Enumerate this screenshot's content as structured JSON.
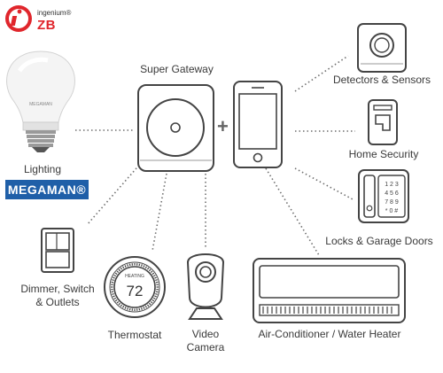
{
  "brand": {
    "ingenium_label": "ingenium®",
    "zb_label": "ZB",
    "megaman_label": "MEGAMAN®",
    "bulb_marking": "MEGAMAN"
  },
  "hub": {
    "title": "Super Gateway",
    "plus_sign": "+"
  },
  "devices": {
    "lighting": "Lighting",
    "detectors": "Detectors & Sensors",
    "home_security": "Home Security",
    "locks": "Locks & Garage Doors",
    "dimmer_line1": "Dimmer, Switch",
    "dimmer_line2": "& Outlets",
    "thermostat": "Thermostat",
    "video_line1": "Video",
    "video_line2": "Camera",
    "aircon": "Air-Conditioner / Water Heater"
  },
  "thermostat_display": {
    "mode": "HEATING",
    "value": "72"
  },
  "keypad": {
    "row1": "1 2 3",
    "row2": "4 5 6",
    "row3": "7 8 9",
    "row4": "* 0 #"
  },
  "colors": {
    "line": "#6f6f6f",
    "accent_red": "#e0262c",
    "megaman_blue": "#1f5fa8"
  }
}
